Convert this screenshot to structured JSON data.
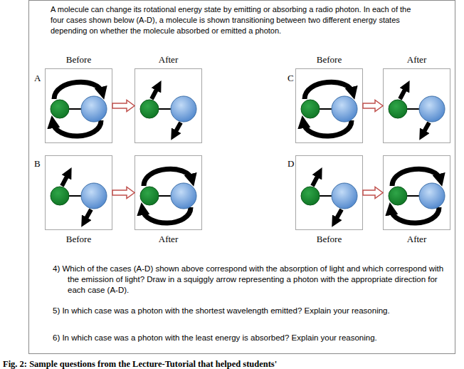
{
  "diagram": {
    "caption": "Fig. 2: Sample questions from the Lecture-Tutorial that helped students'",
    "nodes": [
      {
        "text": [
          "A molecule can change its rotational energy state by emitting or absorbing a radio photon. In each of the four cases shown below (A-D), a molecule is shown transitioning between two different energy states depending on whether the molecule absorbed or emitted a photon.",
          "4) Which of the cases (A-D) shown above correspond with the absorption of light and which correspond with the emission of light? Draw in a squiggly arrow representing a photon with the appropriate direction for each case (A-D).",
          "5) In which case was a photon with the shortest wavelength emitted? Explain your reasoning.",
          "6) In which case was a photon with the least energy is absorbed? Explain your reasoning."
        ]
      },
      {
        "text": [
          "Before"
        ],
        "in": 0
      },
      {
        "text": [
          "After"
        ],
        "in": 0
      },
      {
        "text": [
          "Before"
        ],
        "in": 0
      },
      {
        "text": [
          "After"
        ],
        "in": 0
      },
      {
        "text": [
          "Before"
        ],
        "in": 0
      },
      {
        "text": [
          "After"
        ],
        "in": 0
      },
      {
        "text": [
          "Before"
        ],
        "in": 0
      },
      {
        "text": [
          "After"
        ],
        "in": 0
      }
    ],
    "edges": [
      {
        "from": 1,
        "to": 2,
        "arrow": "to"
      },
      {
        "from": 3,
        "to": 4,
        "arrow": "to"
      },
      {
        "from": 5,
        "to": 6,
        "arrow": "to"
      },
      {
        "from": 7,
        "to": 8,
        "arrow": "to"
      }
    ],
    "labels": [
      "A",
      "C",
      "B",
      "D"
    ]
  }
}
